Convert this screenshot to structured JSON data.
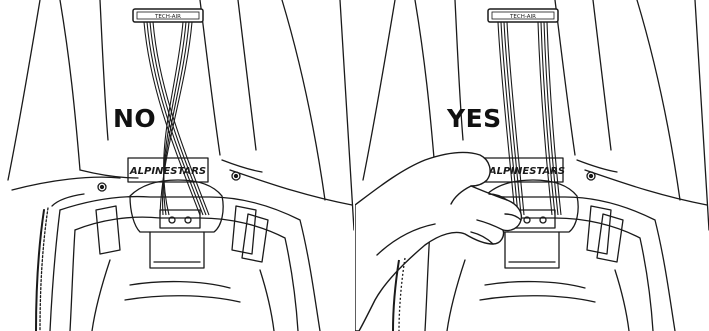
{
  "panels": [
    {
      "id": "incorrect",
      "caption": "NO",
      "status_color": "#111111",
      "wires": "crossed"
    },
    {
      "id": "correct",
      "caption": "YES",
      "status_color": "#111111",
      "wires": "parallel"
    }
  ],
  "connector_label": "TECH-AIR",
  "logo_text": "ALPINESTARS",
  "line_color": "#1a1a1a",
  "background_color": "#ffffff"
}
